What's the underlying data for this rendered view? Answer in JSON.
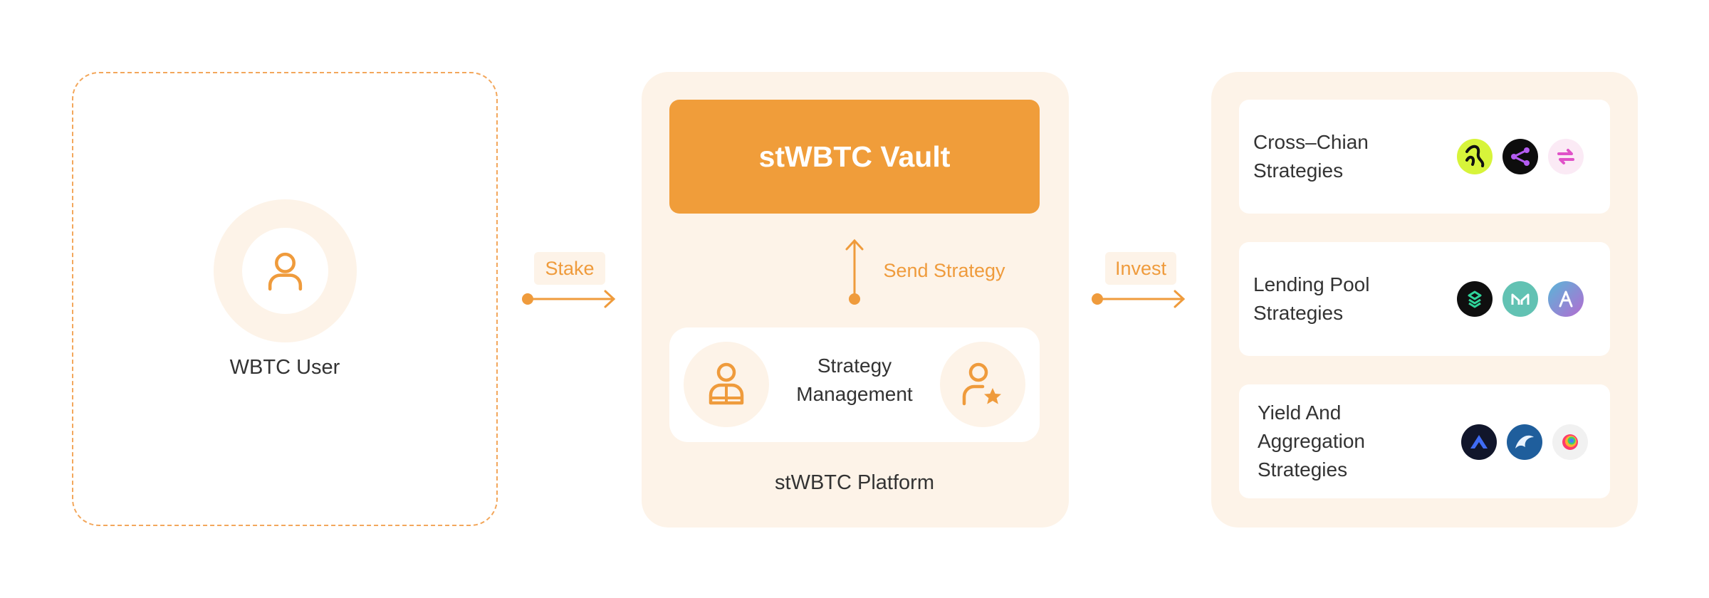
{
  "user": {
    "label": "WBTC User"
  },
  "arrows": {
    "stake": "Stake",
    "send_strategy": "Send Strategy",
    "invest": "Invest"
  },
  "platform": {
    "vault": "stWBTC Vault",
    "management": [
      "Strategy",
      "Management"
    ],
    "label": "stWBTC Platform"
  },
  "strategies": [
    {
      "lines": [
        "Cross–Chian",
        "Strategies"
      ],
      "icons": [
        "protocol-logo-yellow-icon",
        "protocol-logo-share-icon",
        "protocol-logo-swap-icon"
      ]
    },
    {
      "lines": [
        "Lending Pool",
        "Strategies"
      ],
      "icons": [
        "protocol-logo-compound-icon",
        "protocol-logo-maker-icon",
        "protocol-logo-aave-icon"
      ]
    },
    {
      "lines": [
        "Yield And",
        "Aggregation",
        "Strategies"
      ],
      "icons": [
        "protocol-logo-triangle-icon",
        "protocol-logo-wave-icon",
        "protocol-logo-rainbow-icon"
      ]
    }
  ],
  "colors": {
    "accent": "#f09d3a",
    "panel": "#fdf3e8",
    "dash": "#f3a75c",
    "text": "#333333"
  }
}
